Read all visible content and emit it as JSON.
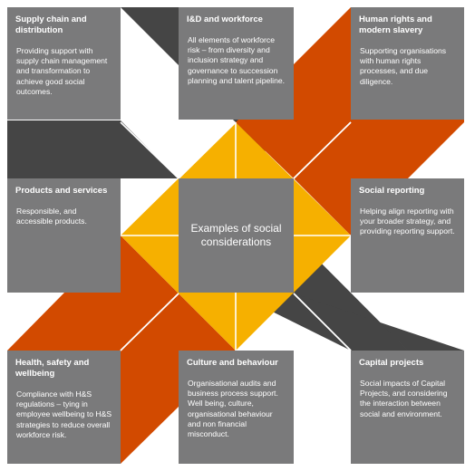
{
  "colors": {
    "box": "#7a7a7b",
    "dark_band": "#454545",
    "orange_band": "#d24a00",
    "yellow_diamond": "#f6b000",
    "divider": "#ffffff"
  },
  "center": {
    "title": "Examples of social considerations"
  },
  "boxes": [
    {
      "id": "supply-chain",
      "title": "Supply chain and distribution",
      "body": "Providing support with supply chain management and transformation to achieve good social outcomes."
    },
    {
      "id": "ide-workforce",
      "title": "I&D and workforce",
      "body": "All elements of workforce risk – from diversity and inclusion strategy and governance to succession planning and talent pipeline."
    },
    {
      "id": "human-rights",
      "title": "Human rights and modern slavery",
      "body": "Supporting organisations with human rights processes, and due diligence."
    },
    {
      "id": "products-services",
      "title": "Products and services",
      "body": "Responsible, and accessible products."
    },
    {
      "id": "social-reporting",
      "title": "Social reporting",
      "body": "Helping align reporting with your broader strategy, and providing reporting support."
    },
    {
      "id": "health-safety",
      "title": "Health, safety and wellbeing",
      "body": "Compliance with H&S regulations – tying in employee wellbeing to H&S strategies to reduce overall workforce risk."
    },
    {
      "id": "culture-behaviour",
      "title": "Culture and behaviour",
      "body": "Organisational audits and business process support. Well being, culture, organisational behaviour and non financial misconduct."
    },
    {
      "id": "capital-projects",
      "title": "Capital projects",
      "body": "Social impacts of Capital Projects, and considering the interaction between social and environment."
    }
  ]
}
